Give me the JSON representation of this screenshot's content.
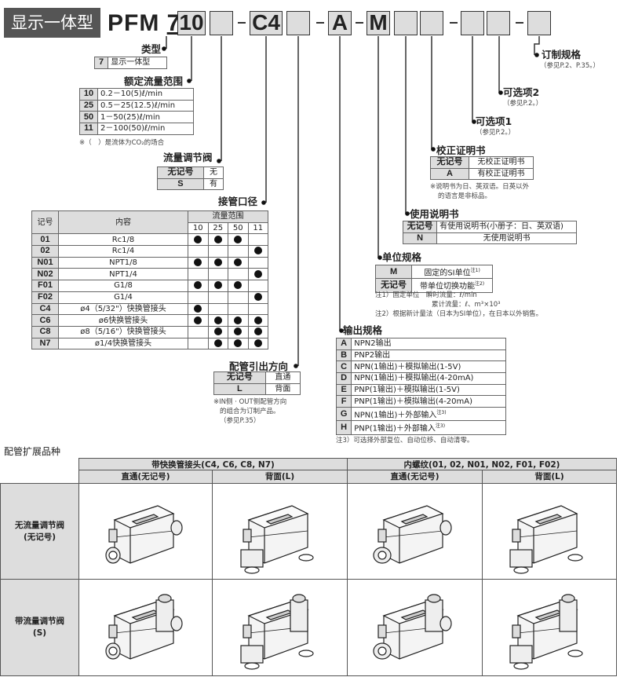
{
  "header": {
    "title": "显示一体型",
    "prefix": "PFM",
    "type_code": "7",
    "codes": [
      "10",
      "",
      "C4",
      "",
      "A",
      "M",
      "",
      "",
      "",
      "",
      ""
    ]
  },
  "type": {
    "label": "类型",
    "rows": [
      [
        "7",
        "显示一体型"
      ]
    ]
  },
  "flow_range": {
    "label": "额定流量范围",
    "rows": [
      [
        "10",
        "0.2－10(5)ℓ/min"
      ],
      [
        "25",
        "0.5－25(12.5)ℓ/min"
      ],
      [
        "50",
        "1－50(25)ℓ/min"
      ],
      [
        "11",
        "2－100(50)ℓ/min"
      ]
    ],
    "note": "※（　）是流体为CO₂的场合"
  },
  "flow_valve": {
    "label": "流量调节阀",
    "rows": [
      [
        "无记号",
        "无"
      ],
      [
        "S",
        "有"
      ]
    ]
  },
  "port": {
    "label": "接管口径",
    "col_code": "记号",
    "col_content": "内容",
    "col_range": "流量范围",
    "ranges": [
      "10",
      "25",
      "50",
      "11"
    ],
    "rows": [
      {
        "code": "01",
        "content": "Rc1/8",
        "avail": [
          1,
          1,
          1,
          0
        ]
      },
      {
        "code": "02",
        "content": "Rc1/4",
        "avail": [
          0,
          0,
          0,
          1
        ]
      },
      {
        "code": "N01",
        "content": "NPT1/8",
        "avail": [
          1,
          1,
          1,
          0
        ]
      },
      {
        "code": "N02",
        "content": "NPT1/4",
        "avail": [
          0,
          0,
          0,
          1
        ]
      },
      {
        "code": "F01",
        "content": "G1/8",
        "avail": [
          1,
          1,
          1,
          0
        ]
      },
      {
        "code": "F02",
        "content": "G1/4",
        "avail": [
          0,
          0,
          0,
          1
        ]
      },
      {
        "code": "C4",
        "content": "ø4（5/32\"）快换管接头",
        "avail": [
          1,
          0,
          0,
          0
        ]
      },
      {
        "code": "C6",
        "content": "ø6快换管接头",
        "avail": [
          1,
          1,
          1,
          1
        ]
      },
      {
        "code": "C8",
        "content": "ø8（5/16\"）快换管接头",
        "avail": [
          0,
          1,
          1,
          1
        ]
      },
      {
        "code": "N7",
        "content": "ø1/4快换管接头",
        "avail": [
          0,
          1,
          1,
          1
        ]
      }
    ]
  },
  "piping_dir": {
    "label": "配管引出方向",
    "rows": [
      [
        "无记号",
        "直通"
      ],
      [
        "L",
        "背面"
      ]
    ],
    "note": [
      "※IN侧 · OUT侧配管方向",
      "的组合为订制产品。",
      "（参见P.35）"
    ]
  },
  "output": {
    "label": "输出规格",
    "rows": [
      [
        "A",
        "NPN2输出"
      ],
      [
        "B",
        "PNP2输出"
      ],
      [
        "C",
        "NPN(1输出)＋模拟输出(1-5V)"
      ],
      [
        "D",
        "NPN(1输出)＋模拟输出(4-20mA)"
      ],
      [
        "E",
        "PNP(1输出)＋模拟输出(1-5V)"
      ],
      [
        "F",
        "PNP(1输出)＋模拟输出(4-20mA)"
      ],
      [
        "G",
        "NPN(1输出)＋外部输入注3)"
      ],
      [
        "H",
        "PNP(1输出)＋外部输入注3)"
      ]
    ],
    "note": "注3）可选择外部复位、自动位移、自动清零。"
  },
  "unit": {
    "label": "单位规格",
    "rows": [
      [
        "M",
        "固定的SI单位注1)"
      ],
      [
        "无记号",
        "带单位切换功能注2)"
      ]
    ],
    "notes": [
      "注1）固定单位　瞬时流量：ℓ/min",
      "累计流量：ℓ、m³×10³",
      "注2）根据新计量法（日本为SI单位），在日本以外销售。"
    ]
  },
  "manual": {
    "label": "使用说明书",
    "rows": [
      [
        "无记号",
        "有使用说明书(小册子：日、英双语)"
      ],
      [
        "N",
        "无使用说明书"
      ]
    ]
  },
  "calib": {
    "label": "校正证明书",
    "rows": [
      [
        "无记号",
        "无校正证明书"
      ],
      [
        "A",
        "有校正证明书"
      ]
    ],
    "note": [
      "※说明书为日、英双语。日英以外",
      "的语言是非标品。"
    ]
  },
  "option1": {
    "label": "可选项1",
    "note": "（参见P.2。）"
  },
  "option2": {
    "label": "可选项2",
    "note": "（参见P.2。）"
  },
  "custom": {
    "label": "订制规格",
    "note": "（参见P.2、P.35。）"
  },
  "variations": {
    "title": "配管扩展品种",
    "groups": [
      "带快换管接头(C4, C6, C8, N7)",
      "内螺纹(01, 02, N01, N02, F01, F02)"
    ],
    "cols": [
      "直通(无记号)",
      "背面(L)",
      "直通(无记号)",
      "背面(L)"
    ],
    "rows": [
      [
        "无流量调节阀",
        "(无记号)"
      ],
      [
        "带流量调节阀",
        "(S)"
      ]
    ]
  }
}
